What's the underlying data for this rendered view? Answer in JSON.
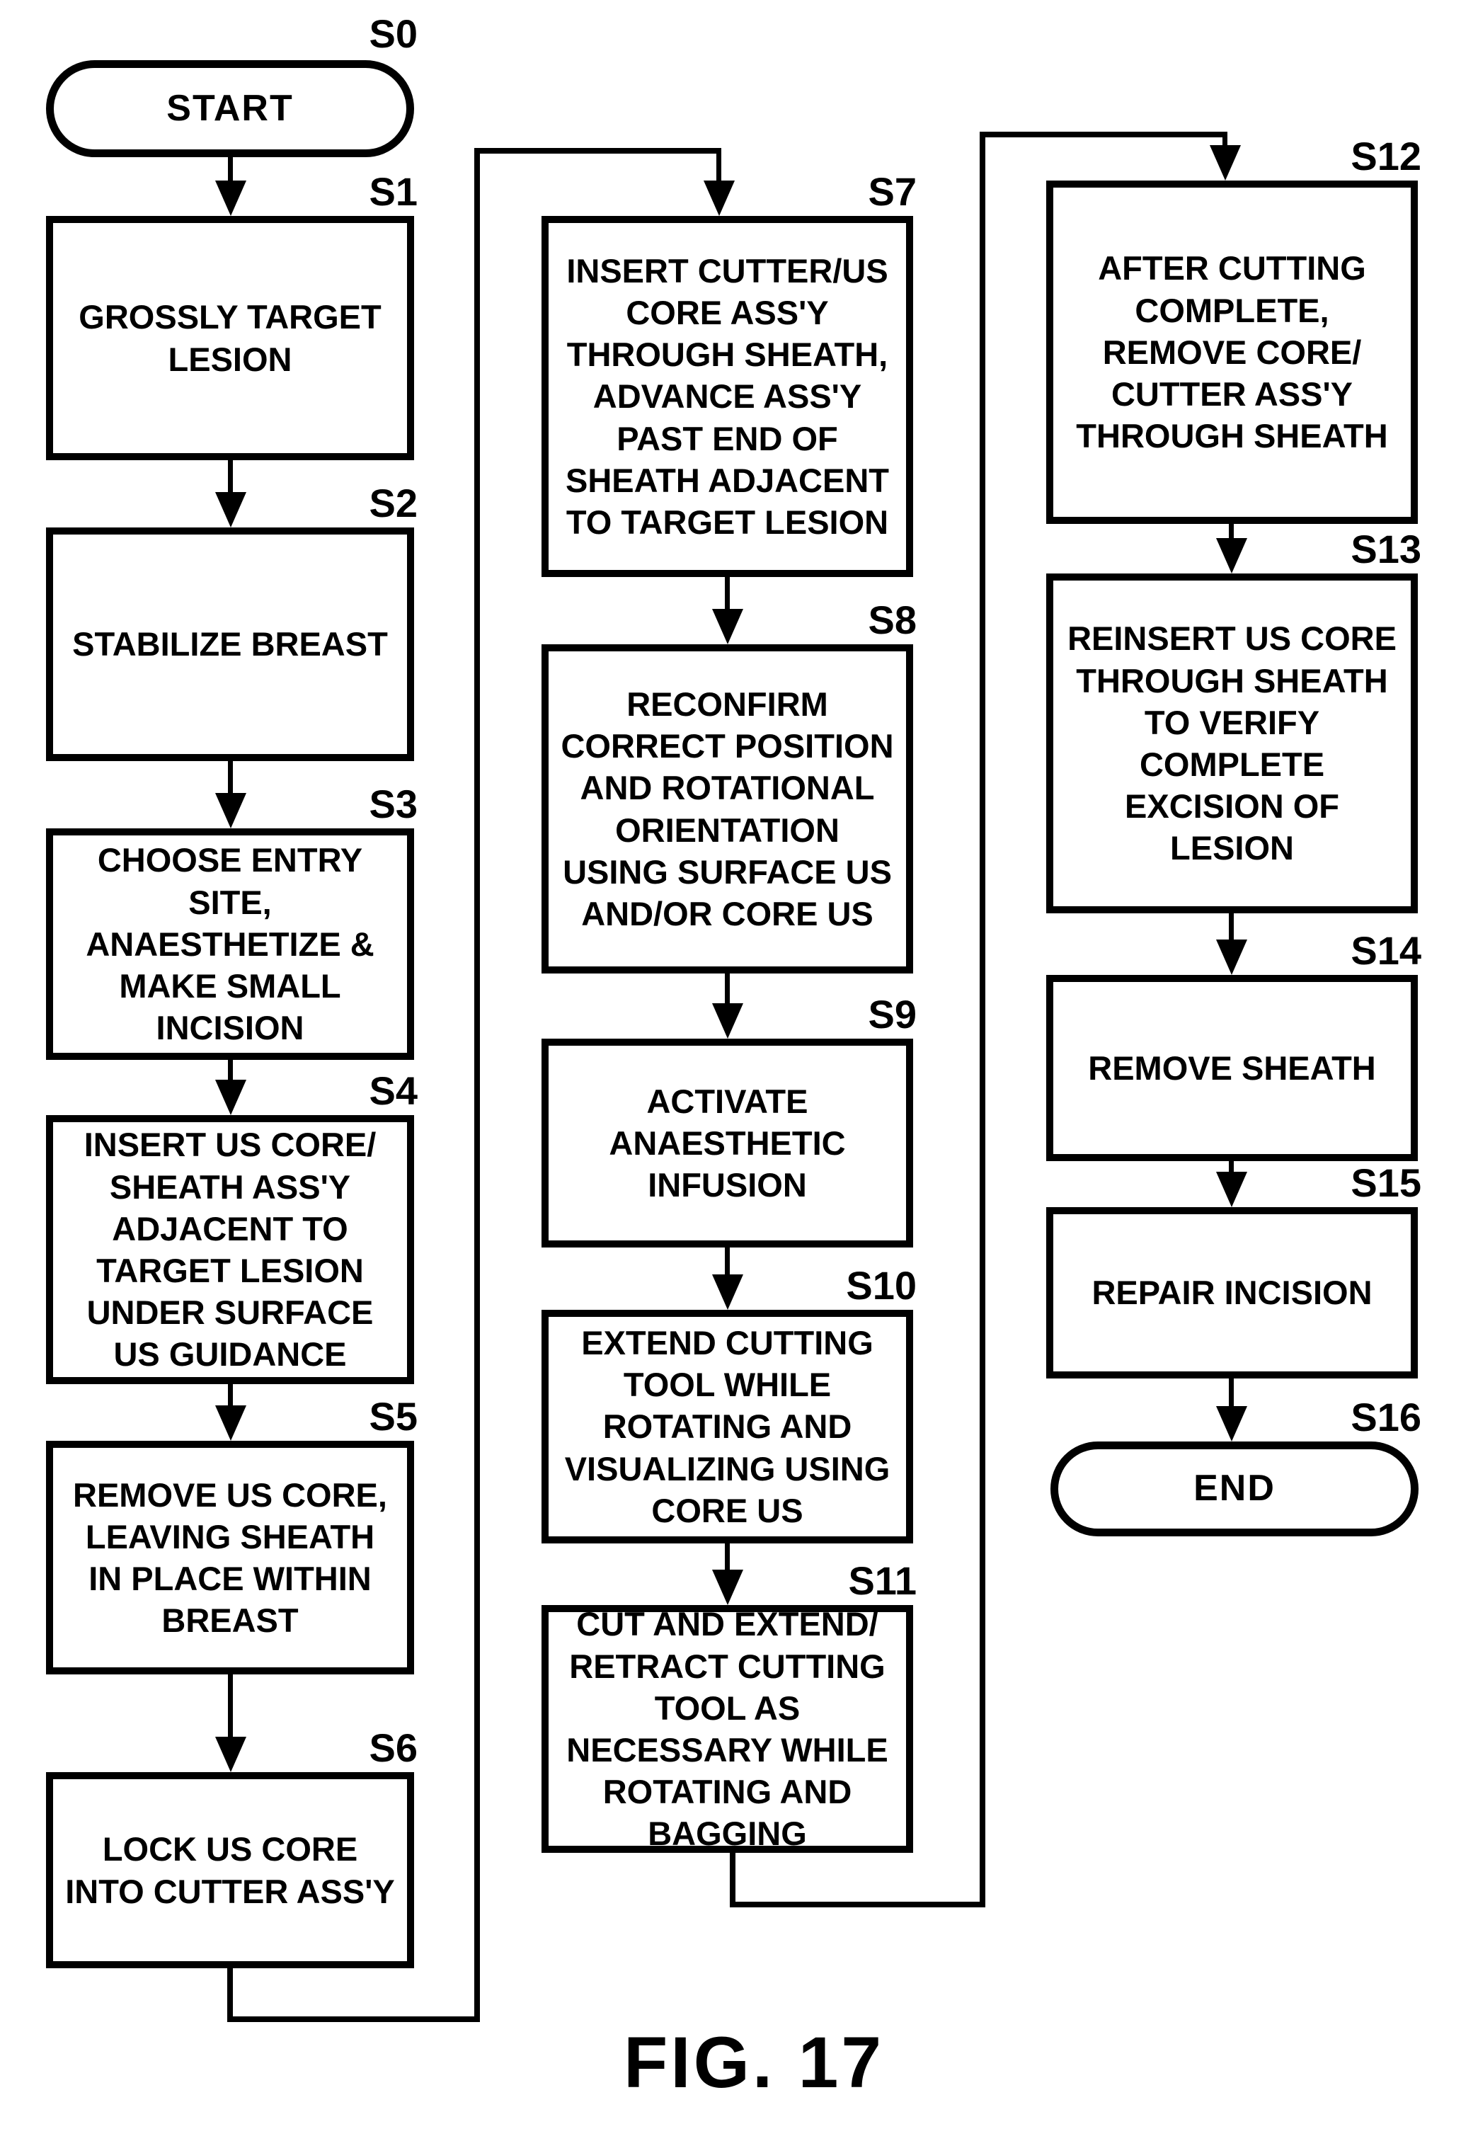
{
  "figure": {
    "caption": "FIG. 17"
  },
  "colors": {
    "ink": "#000000",
    "background": "#ffffff"
  },
  "flowchart": {
    "nodes": {
      "s0": {
        "step": "S0",
        "type": "terminal",
        "label": "START"
      },
      "s1": {
        "step": "S1",
        "type": "process",
        "label": "GROSSLY TARGET\nLESION"
      },
      "s2": {
        "step": "S2",
        "type": "process",
        "label": "STABILIZE BREAST"
      },
      "s3": {
        "step": "S3",
        "type": "process",
        "label": "CHOOSE ENTRY\nSITE,\nANAESTHETIZE &\nMAKE SMALL\nINCISION"
      },
      "s4": {
        "step": "S4",
        "type": "process",
        "label": "INSERT US CORE/\nSHEATH ASS'Y\nADJACENT TO\nTARGET LESION\nUNDER SURFACE\nUS GUIDANCE"
      },
      "s5": {
        "step": "S5",
        "type": "process",
        "label": "REMOVE US CORE,\nLEAVING SHEATH\nIN PLACE WITHIN\nBREAST"
      },
      "s6": {
        "step": "S6",
        "type": "process",
        "label": "LOCK US CORE\nINTO CUTTER ASS'Y"
      },
      "s7": {
        "step": "S7",
        "type": "process",
        "label": "INSERT CUTTER/US\nCORE ASS'Y\nTHROUGH SHEATH,\nADVANCE ASS'Y\nPAST END OF\nSHEATH ADJACENT\nTO TARGET LESION"
      },
      "s8": {
        "step": "S8",
        "type": "process",
        "label": "RECONFIRM\nCORRECT POSITION\nAND ROTATIONAL\nORIENTATION\nUSING SURFACE US\nAND/OR CORE US"
      },
      "s9": {
        "step": "S9",
        "type": "process",
        "label": "ACTIVATE\nANAESTHETIC\nINFUSION"
      },
      "s10": {
        "step": "S10",
        "type": "process",
        "label": "EXTEND CUTTING\nTOOL WHILE\nROTATING AND\nVISUALIZING USING\nCORE US"
      },
      "s11": {
        "step": "S11",
        "type": "process",
        "label": "CUT AND EXTEND/\nRETRACT CUTTING\nTOOL AS\nNECESSARY WHILE\nROTATING AND\nBAGGING"
      },
      "s12": {
        "step": "S12",
        "type": "process",
        "label": "AFTER CUTTING\nCOMPLETE,\nREMOVE CORE/\nCUTTER ASS'Y\nTHROUGH SHEATH"
      },
      "s13": {
        "step": "S13",
        "type": "process",
        "label": "REINSERT US CORE\nTHROUGH SHEATH\nTO VERIFY\nCOMPLETE\nEXCISION OF\nLESION"
      },
      "s14": {
        "step": "S14",
        "type": "process",
        "label": "REMOVE SHEATH"
      },
      "s15": {
        "step": "S15",
        "type": "process",
        "label": "REPAIR INCISION"
      },
      "s16": {
        "step": "S16",
        "type": "terminal",
        "label": "END"
      }
    },
    "edges": [
      {
        "from": "S0",
        "to": "S1"
      },
      {
        "from": "S1",
        "to": "S2"
      },
      {
        "from": "S2",
        "to": "S3"
      },
      {
        "from": "S3",
        "to": "S4"
      },
      {
        "from": "S4",
        "to": "S5"
      },
      {
        "from": "S5",
        "to": "S6"
      },
      {
        "from": "S6",
        "to": "S7"
      },
      {
        "from": "S7",
        "to": "S8"
      },
      {
        "from": "S8",
        "to": "S9"
      },
      {
        "from": "S9",
        "to": "S10"
      },
      {
        "from": "S10",
        "to": "S11"
      },
      {
        "from": "S11",
        "to": "S12"
      },
      {
        "from": "S12",
        "to": "S13"
      },
      {
        "from": "S13",
        "to": "S14"
      },
      {
        "from": "S14",
        "to": "S15"
      },
      {
        "from": "S15",
        "to": "S16"
      }
    ]
  }
}
